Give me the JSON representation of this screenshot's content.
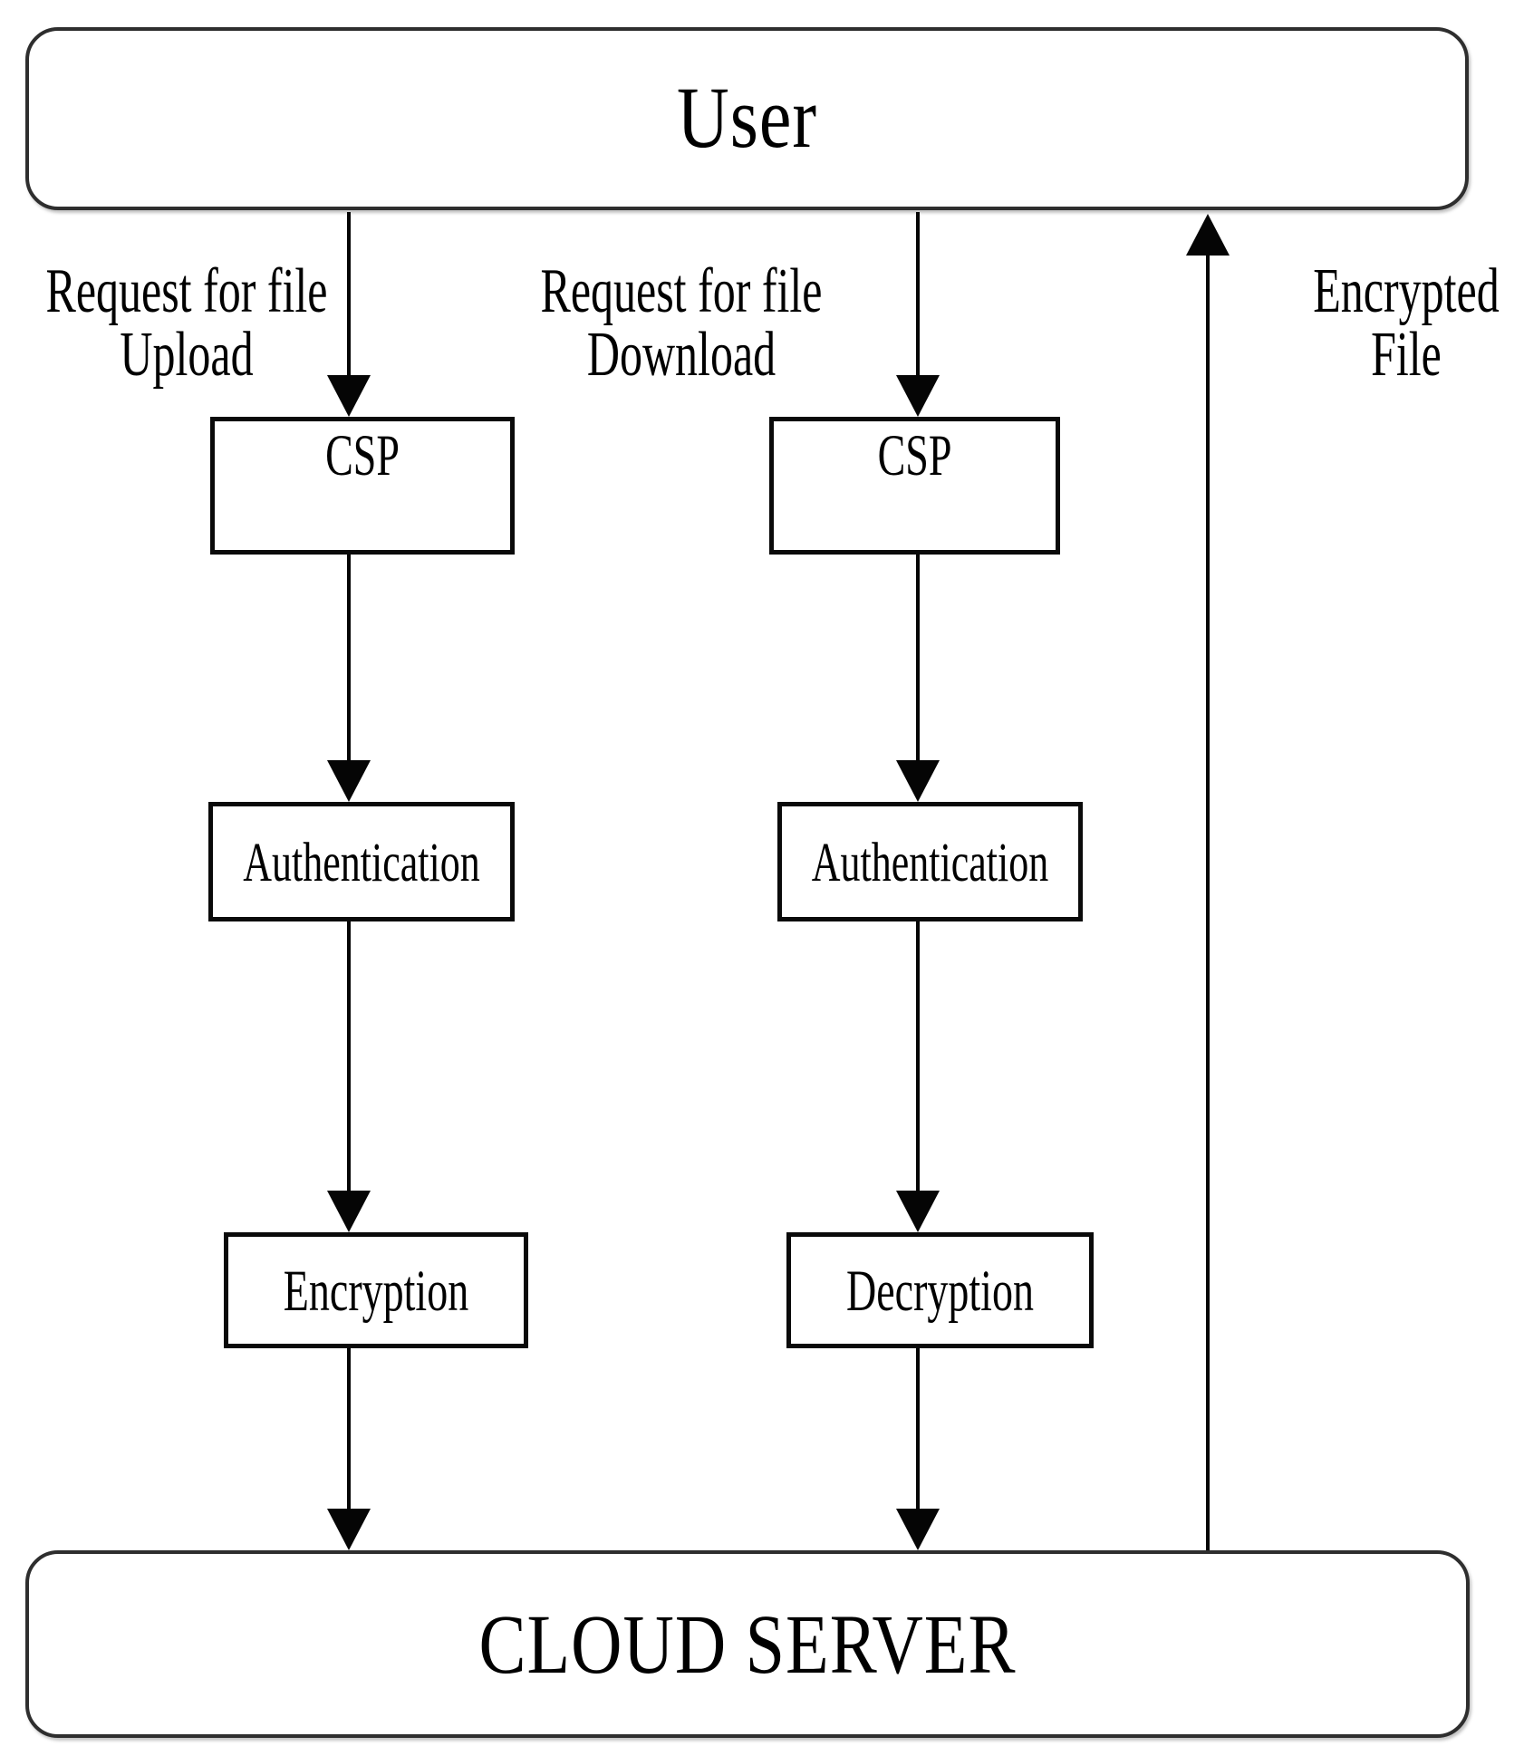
{
  "nodes": {
    "user": "User",
    "csp_upload": "CSP",
    "csp_download": "CSP",
    "authentication_upload": "Authentication",
    "authentication_download": "Authentication",
    "encryption": "Encryption",
    "decryption": "Decryption",
    "cloud_server": "CLOUD SERVER"
  },
  "labels": {
    "upload_request": {
      "line1": "Request for file",
      "line2": "Upload"
    },
    "download_request": {
      "line1": "Request for file",
      "line2": "Download"
    },
    "encrypted_file": {
      "line1": "Encrypted",
      "line2": "File"
    }
  },
  "icons": {
    "arrow_down": "▼",
    "arrow_up": "▲"
  },
  "colors": {
    "background": "#ffffff",
    "text": "#000000",
    "rect_border": "#0a0a0a",
    "rounded_border": "#2e2e2e",
    "arrow": "#050505"
  }
}
